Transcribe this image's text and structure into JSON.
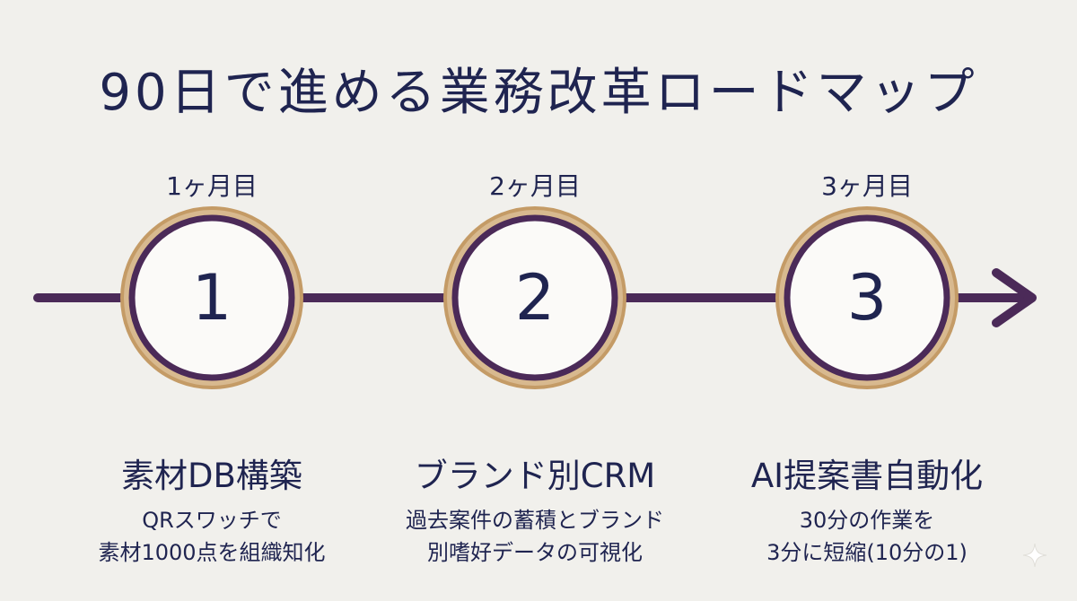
{
  "title": "90日で進める業務改革ロードマップ",
  "colors": {
    "background": "#f1f0ec",
    "text": "#1f2450",
    "timeline": "#4b2a58",
    "ring_outer": "#c49b66",
    "ring_inner": "#4b2a58",
    "node_fill": "#fbfaf8"
  },
  "steps": [
    {
      "month": "1ヶ月目",
      "number": "1",
      "title": "素材DB構築",
      "desc": [
        "QRスワッチで",
        "素材1000点を組織知化"
      ]
    },
    {
      "month": "2ヶ月目",
      "number": "2",
      "title": "ブランド別CRM",
      "desc": [
        "過去案件の蓄積とブランド",
        "別嗜好データの可視化"
      ]
    },
    {
      "month": "3ヶ月目",
      "number": "3",
      "title": "AI提案書自動化",
      "desc": [
        "30分の作業を",
        "3分に短縮(10分の1)"
      ]
    }
  ],
  "icons": {
    "timeline_end": "arrow-right-icon",
    "corner": "sparkle-icon"
  }
}
